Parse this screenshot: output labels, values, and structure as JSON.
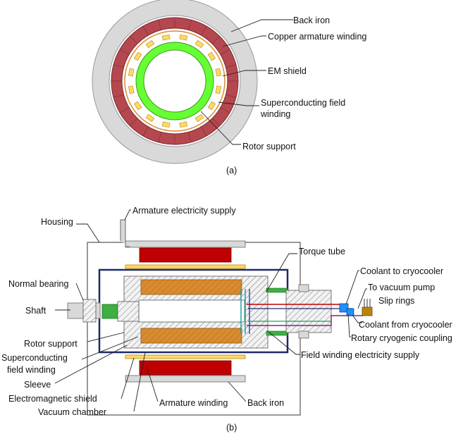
{
  "diagram_a": {
    "caption": "(a)",
    "labels": {
      "back_iron": "Back iron",
      "copper_armature": "Copper armature winding",
      "em_shield": "EM shield",
      "sc_field_line1": "Superconducting field",
      "sc_field_line2": "winding",
      "rotor_support": "Rotor support"
    }
  },
  "diagram_b": {
    "caption": "(b)",
    "labels": {
      "armature_supply": "Armature electricity supply",
      "housing": "Housing",
      "torque_tube": "Torque tube",
      "coolant_to": "Coolant to cryocooler",
      "vacuum_pump": "To vacuum pump",
      "slip_rings": "Slip rings",
      "normal_bearing": "Normal bearing",
      "shaft": "Shaft",
      "coolant_from": "Coolant from cryocooler",
      "rotary_coupling": "Rotary cryogenic coupling",
      "rotor_support": "Rotor support",
      "field_supply": "Field winding electricity supply",
      "sc_field_line1": "Superconducting",
      "sc_field_line2": "field winding",
      "sleeve": "Sleeve",
      "em_shield": "Electromagnetic shield",
      "vacuum_chamber": "Vacuum chamber",
      "armature_winding": "Armature winding",
      "back_iron": "Back iron"
    }
  },
  "colors": {
    "back_iron": "#d9d9d9",
    "copper_winding": "#b5484f",
    "armature_red": "#c00000",
    "sc_winding_yellow": "#ffd966",
    "rotor_green": "#66ff33",
    "field_orange": "#d98b2e",
    "vacuum_navy": "#1f2a6b",
    "coupling_blue": "#1e90ff",
    "slip_ring_brown": "#b8860b",
    "hatch": "#777777"
  }
}
